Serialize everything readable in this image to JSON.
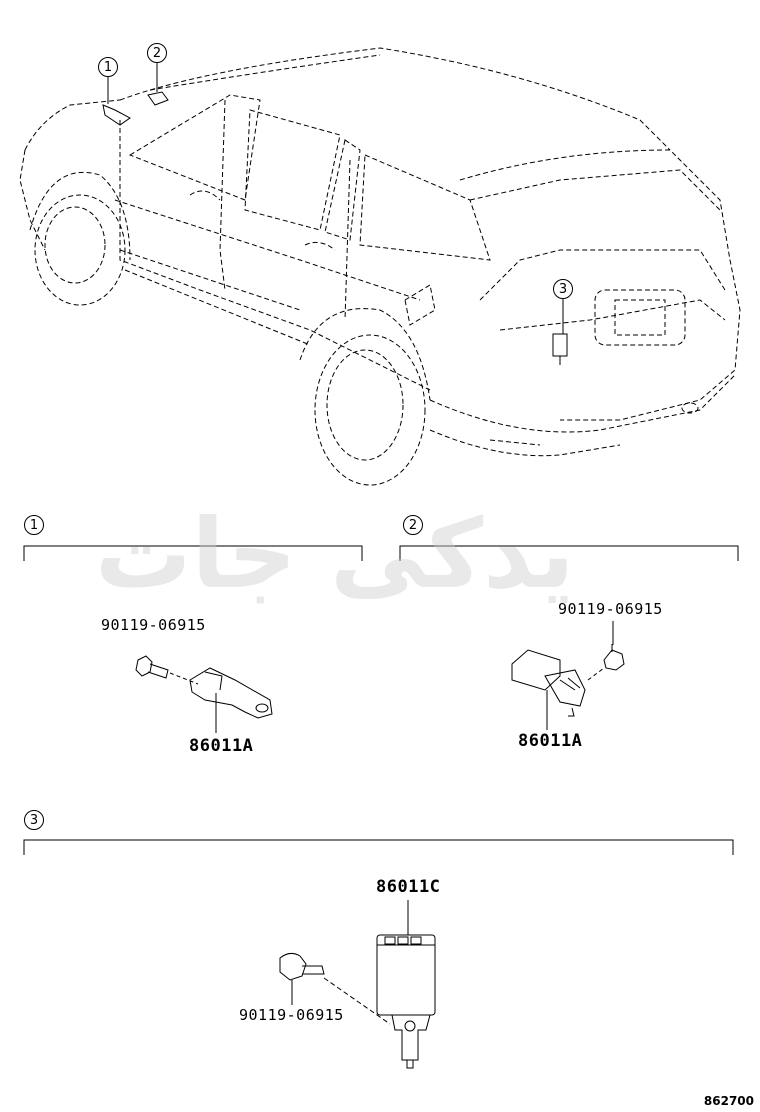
{
  "diagram": {
    "overview_callouts": [
      "1",
      "2",
      "3"
    ],
    "sections": [
      {
        "number": "1",
        "bolt": "90119-06915",
        "part": "86011A"
      },
      {
        "number": "2",
        "bolt": "90119-06915",
        "part": "86011A"
      },
      {
        "number": "3",
        "bolt": "90119-06915",
        "part": "86011C"
      }
    ],
    "drawing_code": "862700",
    "watermark": "یدکی جات"
  }
}
